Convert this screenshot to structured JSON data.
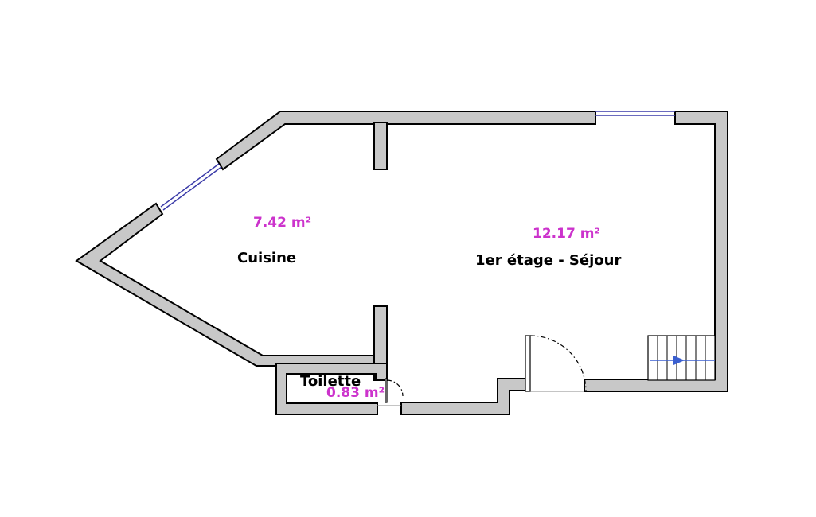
{
  "rooms": [
    {
      "name": "Cuisine",
      "area": "7.42 m²"
    },
    {
      "name": "1er étage - Séjour",
      "area": "12.17 m²"
    },
    {
      "name": "Toilette",
      "area": "0.83 m²"
    }
  ],
  "colors": {
    "area_text": "#cc33cc",
    "wall_fill": "#c8c8c8",
    "wall_stroke": "#000000",
    "window": "#3a3aa8",
    "stair_arrow": "#3a5fd0"
  }
}
